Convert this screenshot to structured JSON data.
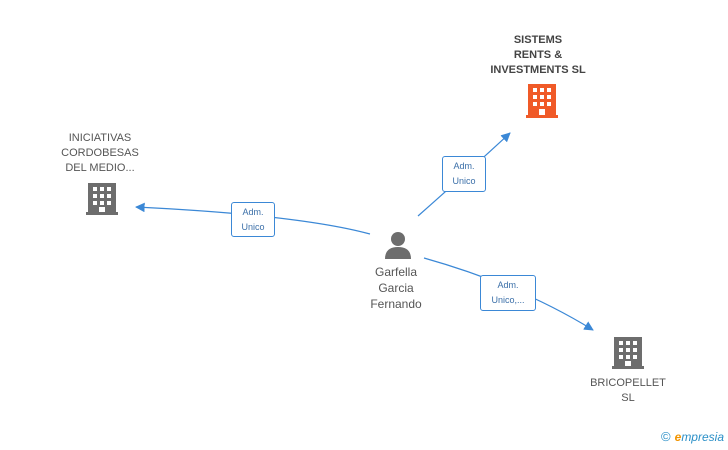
{
  "nodes": {
    "sistems": {
      "label": "SISTEMS\nRENTS &\nINVESTMENTS SL",
      "icon": "building-icon",
      "color": "#f05a28"
    },
    "iniciativas": {
      "label": "INICIATIVAS\nCORDOBESAS\nDEL MEDIO...",
      "icon": "building-icon",
      "color": "#6d6d6d"
    },
    "bricopellet": {
      "label": "BRICOPELLET\nSL",
      "icon": "building-icon",
      "color": "#6d6d6d"
    },
    "person": {
      "label": "Garfella\nGarcia\nFernando",
      "icon": "person-icon",
      "color": "#6d6d6d"
    }
  },
  "edges": {
    "to_sistems": "Adm.\nUnico",
    "to_iniciativas": "Adm.\nUnico",
    "to_bricopellet": "Adm.\nUnico,..."
  },
  "colors": {
    "edge": "#3b88d6"
  },
  "watermark": {
    "symbol": "©",
    "brand_initial": "e",
    "brand_rest": "mpresia"
  }
}
